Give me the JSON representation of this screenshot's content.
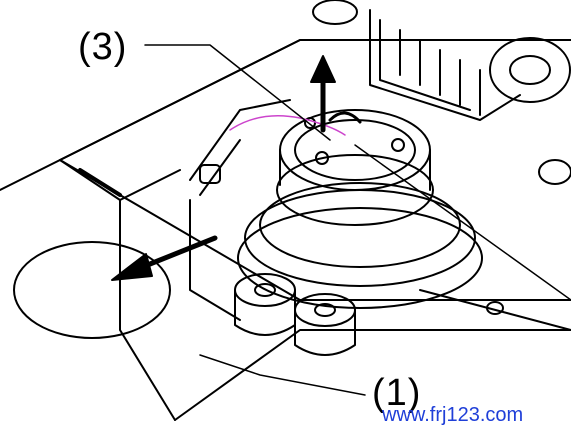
{
  "callouts": {
    "part_3": "(3)",
    "part_1": "(1)"
  },
  "watermark": {
    "text": "www.frj123.com",
    "color": "#1f3fd8"
  },
  "colors": {
    "line": "#000000",
    "thread": "#cc44cc",
    "background": "#ffffff"
  }
}
